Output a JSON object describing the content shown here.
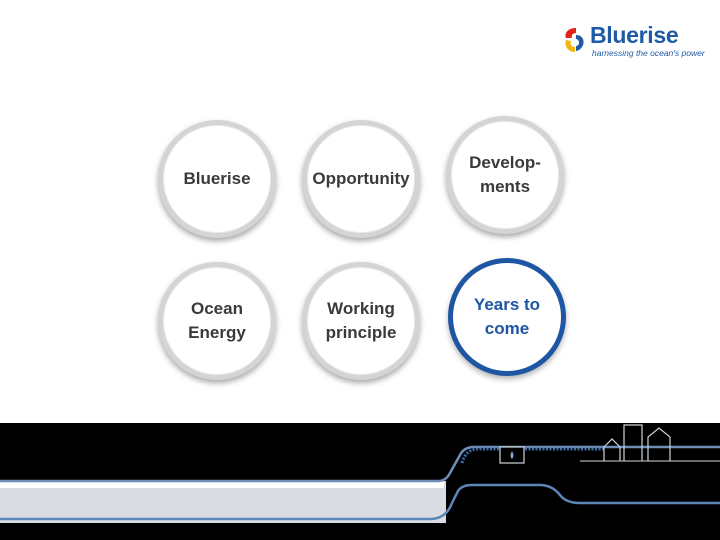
{
  "brand": {
    "name": "Bluerise",
    "tagline": "harnessing the ocean's power",
    "colors": {
      "blue": "#1f5aa6",
      "red": "#e2231a",
      "yellow": "#f6b414"
    }
  },
  "nav": {
    "items": [
      {
        "label": "Bluerise",
        "active": false
      },
      {
        "label": "Opportunity",
        "active": false
      },
      {
        "label": "Develop-\nments",
        "active": false
      },
      {
        "label": "Ocean\nEnergy",
        "active": false
      },
      {
        "label": "Working\nprinciple",
        "active": false
      },
      {
        "label": "Years to\ncome",
        "active": true
      }
    ],
    "active_color": "#1f56a3"
  }
}
